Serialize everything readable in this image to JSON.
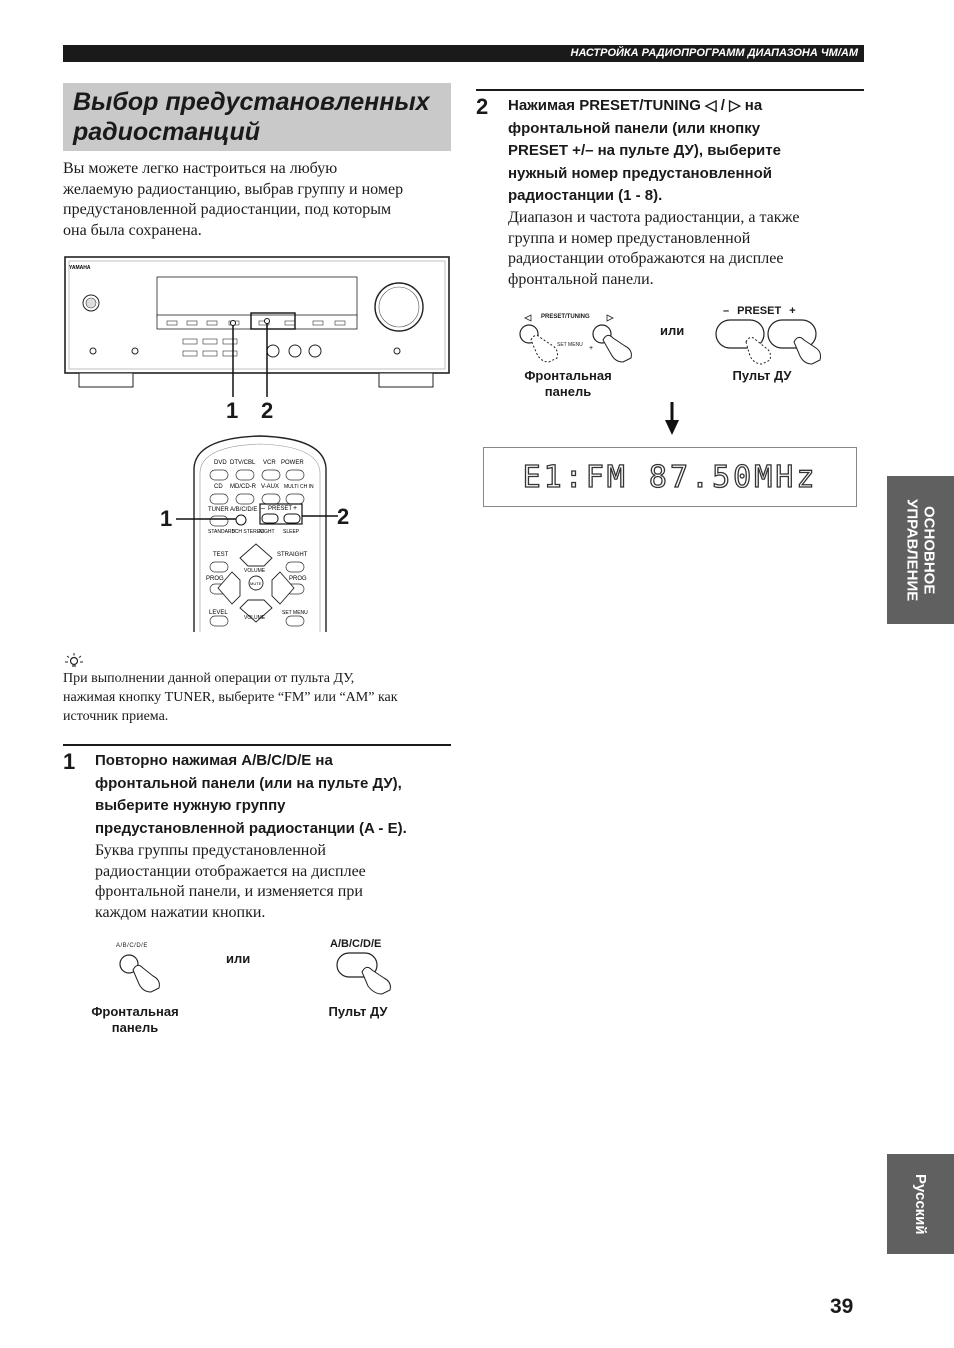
{
  "header": {
    "section": "НАСТРОЙКА РАДИОПРОГРАММ ДИАПАЗОНА ЧМ/АМ"
  },
  "title": {
    "line1": "Выбор предустановленных",
    "line2": "радиостанций"
  },
  "intro": {
    "lines": [
      "Вы можете легко настроиться на любую",
      "желаемую радиостанцию, выбрав группу и номер",
      "предустановленной радиостанции, под которым",
      "она была сохранена."
    ]
  },
  "figure_receiver": {
    "brand": "YAMAHA",
    "callouts": [
      "1",
      "2"
    ]
  },
  "figure_remote": {
    "buttons_row1": [
      "DVD",
      "DTV/CBL",
      "VCR",
      "POWER"
    ],
    "buttons_row2": [
      "CD",
      "MD/CD-R",
      "V-AUX",
      "MULTI CH IN"
    ],
    "buttons_row3": [
      "TUNER",
      "A/B/C/D/E",
      "PRESET"
    ],
    "buttons_row4": [
      "STANDARD",
      "5CH STEREO",
      "NIGHT",
      "SLEEP"
    ],
    "labels": [
      "TEST",
      "STRAIGHT",
      "PROG",
      "PROG",
      "VOLUME",
      "MUTE",
      "LEVEL",
      "SET MENU",
      "VOLUME"
    ],
    "callouts": [
      "1",
      "2"
    ]
  },
  "tip": {
    "icon": "lightbulb-icon",
    "lines": [
      "При выполнении данной операции от пульта ДУ,",
      "нажимая кнопку TUNER, выберите “FM” или “AM” как",
      "источник приема."
    ]
  },
  "step1": {
    "number": "1",
    "heading_lines": [
      "Повторно нажимая A/B/C/D/E на",
      "фронтальной панели (или на пульте ДУ),",
      "выберите нужную группу",
      "предустановленной радиостанции (A - E)."
    ],
    "body_lines": [
      "Буква группы предустановленной",
      "радиостанции отображается на дисплее",
      "фронтальной панели, и изменяется при",
      "каждом нажатии кнопки."
    ],
    "panel_button_label": "A/B/C/D/E",
    "remote_button_label": "A/B/C/D/E",
    "or": "или",
    "caption_left_line1": "Фронтальная",
    "caption_left_line2": "панель",
    "caption_right": "Пульт ДУ"
  },
  "step2": {
    "number": "2",
    "heading_lines": [
      "Нажимая PRESET/TUNING ◁ / ▷ на",
      "фронтальной панели (или кнопку",
      "PRESET +/– на пульте ДУ), выберите",
      "нужный номер предустановленной",
      "радиостанции (1 - 8)."
    ],
    "body_lines": [
      "Диапазон и частота радиостанции, а также",
      "группа и номер предустановленной",
      "радиостанции отображаются на дисплее",
      "фронтальной панели."
    ],
    "panel_label": "PRESET/TUNING",
    "panel_sublabel": "SET MENU",
    "remote_label": "– PRESET +",
    "or": "или",
    "caption_left_line1": "Фронтальная",
    "caption_left_line2": "панель",
    "caption_right": "Пульт ДУ",
    "display": "E1:FM 87.50MHz"
  },
  "side_tabs": {
    "top": "ОСНОВНОЕ УПРАВЛЕНИЕ",
    "bottom": "Русский"
  },
  "page_number": "39"
}
